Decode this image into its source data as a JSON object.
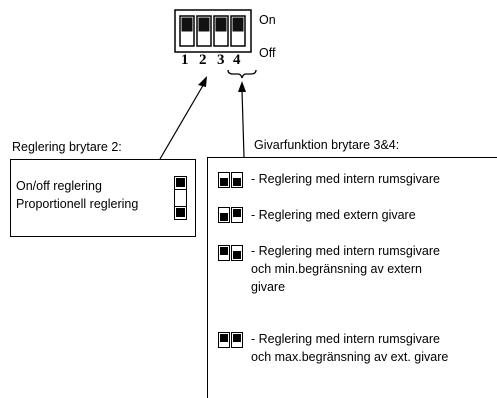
{
  "top": {
    "on_label": "On",
    "off_label": "Off",
    "switch_numbers": [
      "1",
      "2",
      "3",
      "4"
    ]
  },
  "left_box": {
    "title": "Reglering brytare 2:",
    "lines": [
      "On/off reglering",
      "Proportionell reglering"
    ]
  },
  "right_box": {
    "title": "Givarfunktion brytare 3&4:",
    "options": [
      {
        "text": "- Reglering med intern rumsgivare"
      },
      {
        "text": "- Reglering med extern givare"
      },
      {
        "text": "- Reglering med intern rumsgivare\noch min.begränsning av extern\ngivare"
      },
      {
        "text": "- Reglering med intern rumsgivare\noch max.begränsning av ext. givare"
      }
    ]
  }
}
